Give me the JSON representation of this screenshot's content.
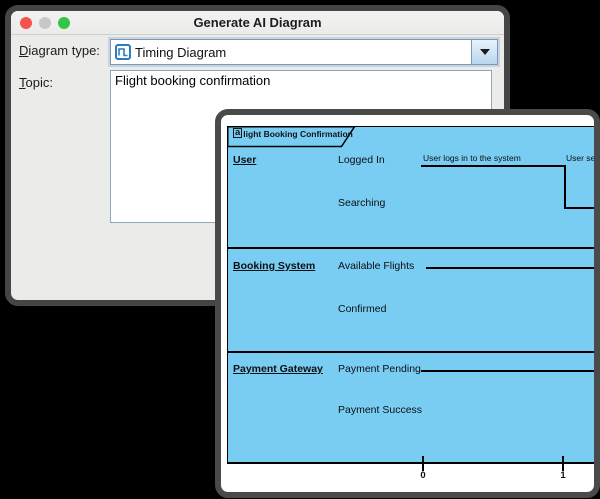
{
  "app": {
    "background_color": "#000000"
  },
  "dialog": {
    "title": "Generate AI Diagram",
    "traffic_lights": {
      "close": "#f4544d",
      "minimize": "#c7c7c7",
      "zoom": "#33c748"
    },
    "fields": {
      "diagram_type_label": "Diagram type:",
      "diagram_type_value": "Timing Diagram",
      "diagram_type_icon": "timing-diagram-icon",
      "topic_label": "Topic:",
      "topic_value": "Flight booking confirmation"
    }
  },
  "preview": {
    "tab_icon_glyph": "a",
    "tab_label": "light Booking Confirmation",
    "frame_fill": "#7acdf2",
    "partitions": [
      {
        "name": "User",
        "state_high": "Logged In",
        "state_low": "Searching"
      },
      {
        "name": "Booking System",
        "state_high": "Available Flights",
        "state_low": "Confirmed"
      },
      {
        "name": "Payment Gateway",
        "state_high": "Payment Pending",
        "state_low": "Payment Success"
      }
    ],
    "annotations": {
      "first": "User logs in to the system",
      "second": "User sear"
    },
    "axis": {
      "tick0": "0",
      "tick1": "1"
    }
  }
}
